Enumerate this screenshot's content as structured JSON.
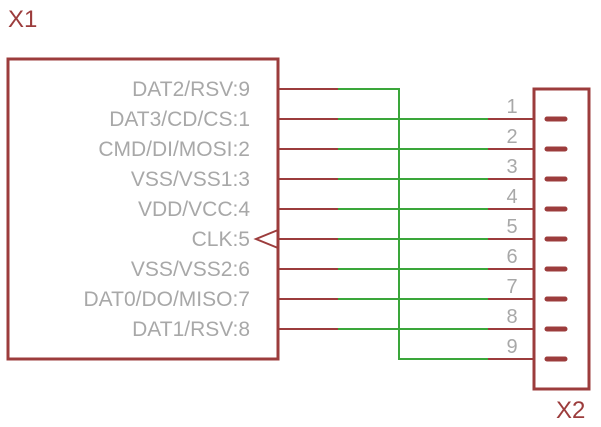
{
  "schematic": {
    "left_part": {
      "name": "X1",
      "pins": [
        {
          "label": "DAT2/RSV:9",
          "target": 9
        },
        {
          "label": "DAT3/CD/CS:1",
          "target": 1
        },
        {
          "label": "CMD/DI/MOSI:2",
          "target": 2
        },
        {
          "label": "VSS/VSS1:3",
          "target": 3
        },
        {
          "label": "VDD/VCC:4",
          "target": 4
        },
        {
          "label": "CLK:5",
          "target": 5,
          "clock": true
        },
        {
          "label": "VSS/VSS2:6",
          "target": 6
        },
        {
          "label": "DAT0/DO/MISO:7",
          "target": 7
        },
        {
          "label": "DAT1/RSV:8",
          "target": 8
        }
      ]
    },
    "right_part": {
      "name": "X2",
      "pins": [
        "1",
        "2",
        "3",
        "4",
        "5",
        "6",
        "7",
        "8",
        "9"
      ]
    },
    "colors": {
      "part_outline": "#9c3c3c",
      "net_wire": "#3aa63a",
      "pin_label": "#a8a8a8"
    }
  }
}
